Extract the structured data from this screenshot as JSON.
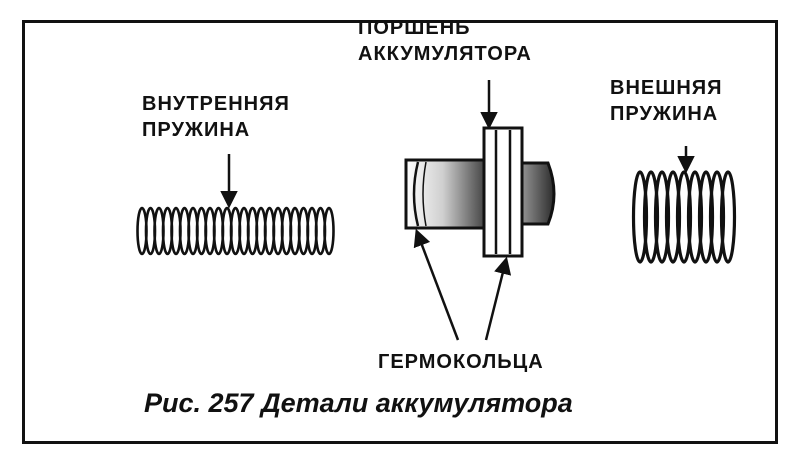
{
  "labels": {
    "inner_spring_line1": "ВНУТРЕННЯЯ",
    "inner_spring_line2": "ПРУЖИНА",
    "piston_line1": "ПОРШЕНЬ",
    "piston_line2": "АККУМУЛЯТОРА",
    "outer_spring_line1": "ВНЕШНЯЯ",
    "outer_spring_line2": "ПРУЖИНА",
    "seals": "ГЕРМОКОЛЬЦА"
  },
  "caption": "Рис. 257 Детали аккумулятора",
  "colors": {
    "ink": "#111111",
    "paper": "#ffffff",
    "shade": "#555555"
  }
}
